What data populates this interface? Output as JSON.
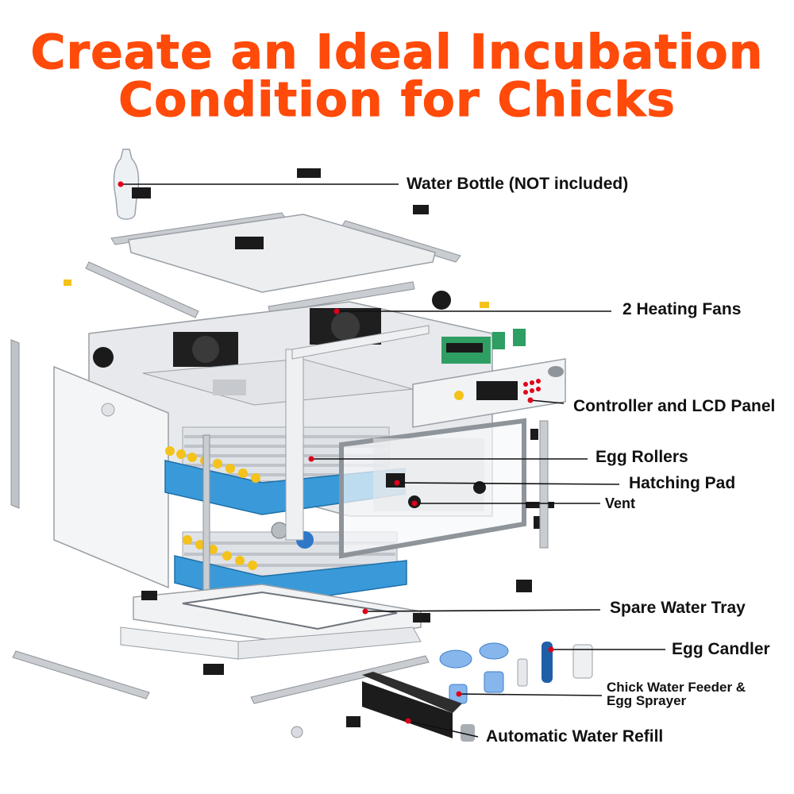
{
  "title": {
    "line1": "Create an Ideal Incubation",
    "line2": "Condition for Chicks"
  },
  "labels": {
    "water_bottle": "Water Bottle (NOT included)",
    "heating_fans": "2 Heating Fans",
    "controller": "Controller and LCD Panel",
    "egg_rollers": "Egg Rollers",
    "hatching_pad": "Hatching Pad",
    "vent": "Vent",
    "spare_tray": "Spare Water Tray",
    "egg_candler": "Egg Candler",
    "feeder_line1": "Chick Water Feeder &",
    "feeder_line2": "Egg Sprayer",
    "water_refill": "Automatic Water Refill"
  },
  "colors": {
    "title": "#ff4a0a",
    "tray_blue": "#3a9ad9",
    "accent_red": "#e0001a",
    "roller_yellow": "#f4c21a"
  }
}
